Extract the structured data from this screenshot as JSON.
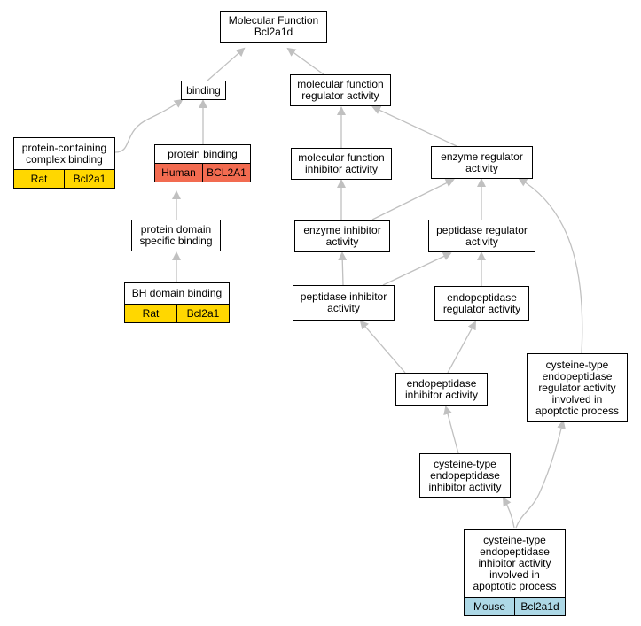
{
  "diagram": {
    "root": {
      "title": "Molecular Function",
      "subtitle": "Bcl2a1d"
    },
    "colors": {
      "edge": "#c0c0c0",
      "rat": "#ffd700",
      "human": "#f26b50",
      "mouse": "#add8e6",
      "node_border": "#000000",
      "node_fill": "#ffffff"
    },
    "nodes": {
      "binding": {
        "label": "binding"
      },
      "mf_regulator": {
        "label": "molecular function\nregulator activity"
      },
      "protein_complex_binding": {
        "label": "protein-containing\ncomplex binding",
        "species": "Rat",
        "gene": "Bcl2a1"
      },
      "protein_binding": {
        "label": "protein binding",
        "species": "Human",
        "gene": "BCL2A1"
      },
      "mf_inhibitor": {
        "label": "molecular function\ninhibitor activity"
      },
      "enzyme_regulator": {
        "label": "enzyme regulator\nactivity"
      },
      "protein_domain_binding": {
        "label": "protein domain\nspecific binding"
      },
      "enzyme_inhibitor": {
        "label": "enzyme inhibitor\nactivity"
      },
      "peptidase_regulator": {
        "label": "peptidase regulator\nactivity"
      },
      "bh_domain_binding": {
        "label": "BH domain binding",
        "species": "Rat",
        "gene": "Bcl2a1"
      },
      "peptidase_inhibitor": {
        "label": "peptidase inhibitor\nactivity"
      },
      "endopeptidase_regulator": {
        "label": "endopeptidase\nregulator activity"
      },
      "endopeptidase_inhibitor": {
        "label": "endopeptidase\ninhibitor activity"
      },
      "cys_endo_reg_apoptotic": {
        "label": "cysteine-type\nendopeptidase\nregulator activity\ninvolved in\napoptotic process"
      },
      "cys_endo_inhibitor": {
        "label": "cysteine-type\nendopeptidase\ninhibitor activity"
      },
      "cys_endo_inh_apoptotic": {
        "label": "cysteine-type\nendopeptidase\ninhibitor activity\ninvolved in\napoptotic process",
        "species": "Mouse",
        "gene": "Bcl2a1d"
      }
    }
  }
}
